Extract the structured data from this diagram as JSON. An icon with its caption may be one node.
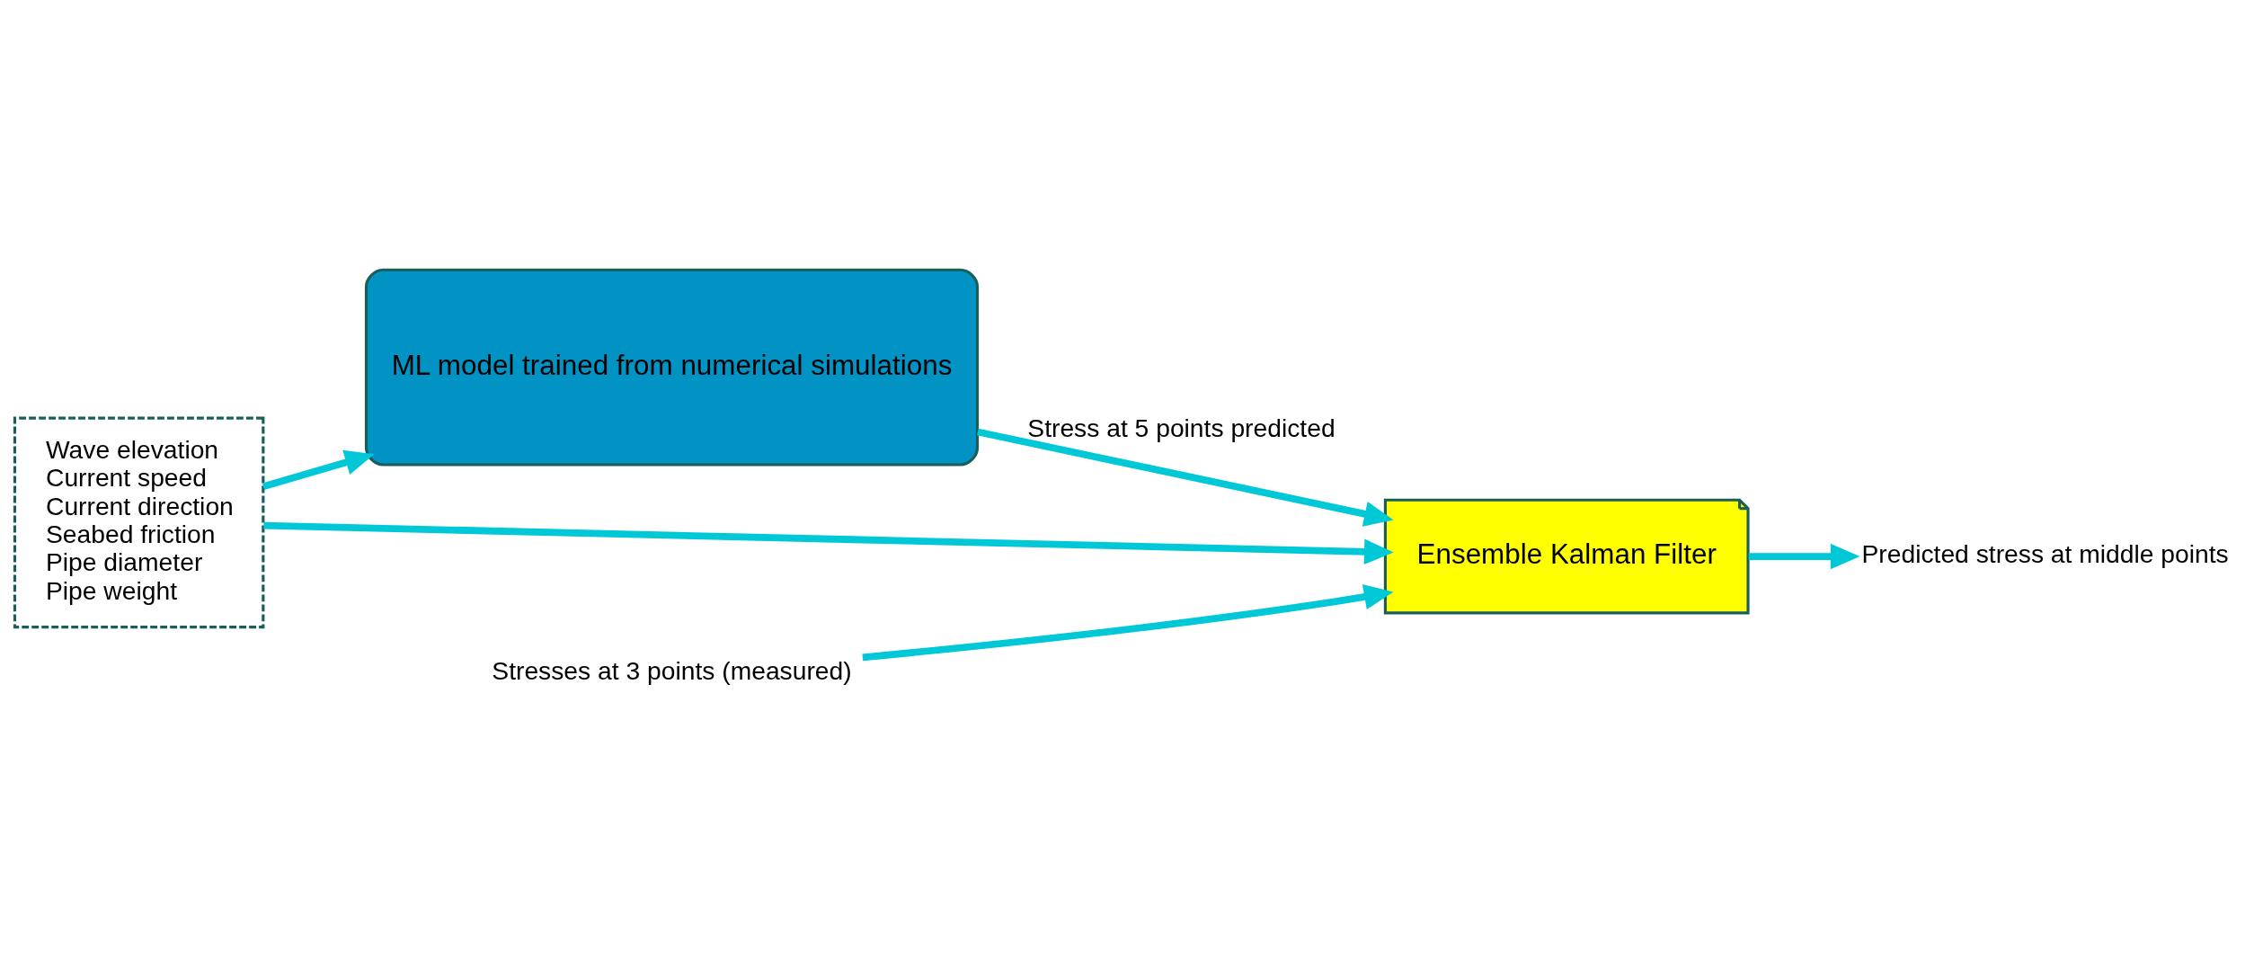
{
  "diagram": {
    "nodes": [
      {
        "text": [
          "Wave elevation",
          "Current speed",
          "Current direction",
          "Seabed friction",
          "Pipe diameter",
          "Pipe weight"
        ]
      },
      {
        "text": [
          "ML model trained from numerical simulations"
        ]
      },
      {
        "text": [
          "Ensemble Kalman Filter"
        ]
      },
      {
        "text": [
          "Stresses at 3 points (measured)"
        ]
      },
      {
        "text": [
          "Predicted stress at middle points"
        ]
      }
    ],
    "edges": [
      {
        "from": 0,
        "to": 1,
        "arrow": "to"
      },
      {
        "from": 1,
        "to": 2,
        "arrow": "to",
        "label": "Stress at 5 points predicted"
      },
      {
        "from": 0,
        "to": 2,
        "arrow": "to"
      },
      {
        "from": 3,
        "to": 2,
        "arrow": "to"
      },
      {
        "from": 2,
        "to": 4,
        "arrow": "to"
      }
    ]
  }
}
